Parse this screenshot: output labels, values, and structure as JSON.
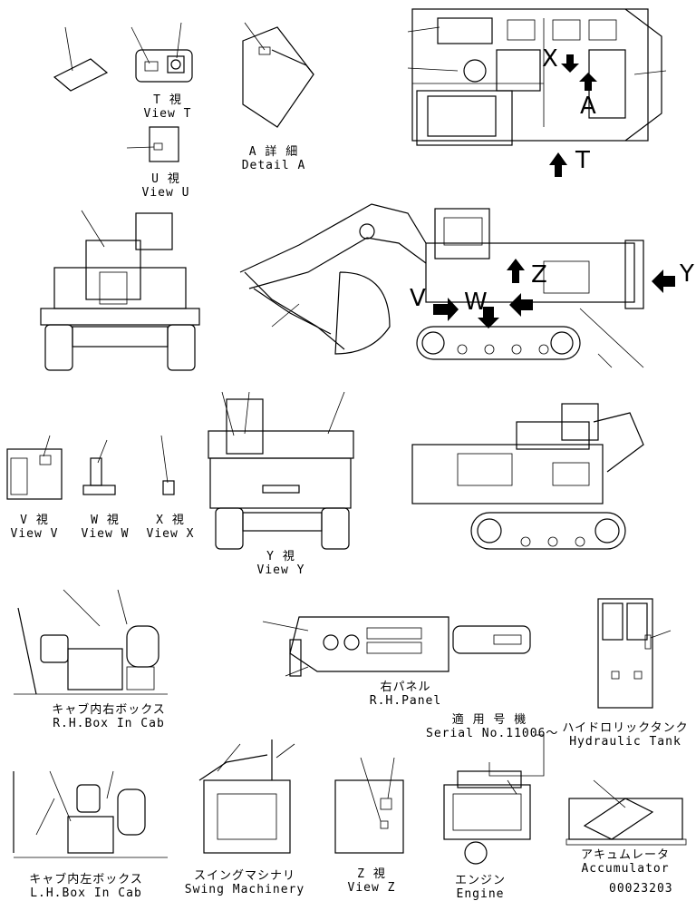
{
  "views": {
    "t": {
      "jp": "T 視",
      "en": "View T"
    },
    "u": {
      "jp": "U 視",
      "en": "View U"
    },
    "a": {
      "jp": "A 詳 細",
      "en": "Detail A"
    },
    "v": {
      "jp": "V 視",
      "en": "View V"
    },
    "w": {
      "jp": "W 視",
      "en": "View W"
    },
    "x": {
      "jp": "X 視",
      "en": "View X"
    },
    "y": {
      "jp": "Y 視",
      "en": "View Y"
    },
    "z": {
      "jp": "Z 視",
      "en": "View Z"
    }
  },
  "parts": {
    "rh_box": {
      "jp": "キャブ内右ボックス",
      "en": "R.H.Box In Cab"
    },
    "rh_panel": {
      "jp": "右パネル",
      "en": "R.H.Panel"
    },
    "hyd_tank": {
      "jp": "ハイドロリックタンク",
      "en": "Hydraulic Tank"
    },
    "lh_box": {
      "jp": "キャブ内左ボックス",
      "en": "L.H.Box In Cab"
    },
    "swing": {
      "jp": "スイングマシナリ",
      "en": "Swing Machinery"
    },
    "engine": {
      "jp": "エンジン",
      "en": "Engine"
    },
    "accum": {
      "jp": "アキュムレータ",
      "en": "Accumulator"
    }
  },
  "serial": {
    "jp": "適 用 号 機",
    "en": "Serial No.11006～"
  },
  "arrow_letters": {
    "t": "T",
    "y": "Y",
    "v": "V",
    "w": "W",
    "x": "X",
    "a": "A",
    "z": "Z"
  },
  "drawing_number": "00023203"
}
